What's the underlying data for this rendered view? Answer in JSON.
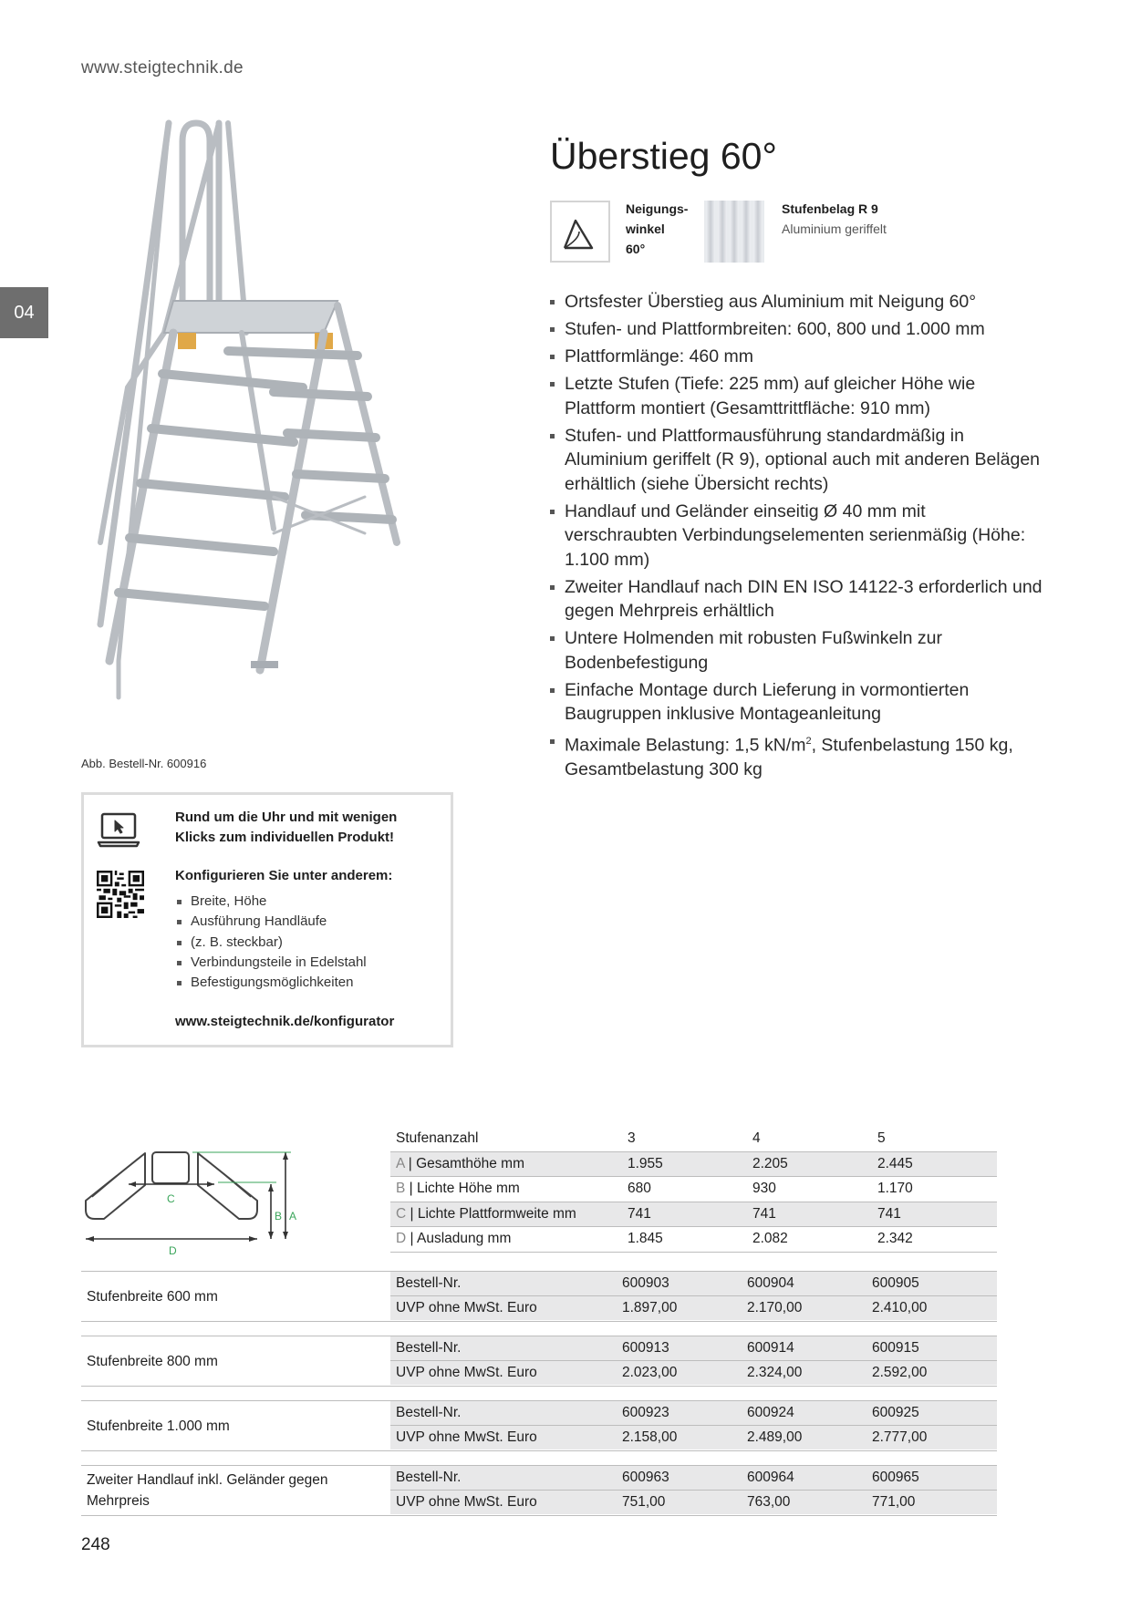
{
  "header": {
    "site_url": "www.steigtechnik.de",
    "chapter": "04"
  },
  "image": {
    "caption": "Abb. Bestell-Nr. 600916"
  },
  "product": {
    "title": "Überstieg 60°",
    "feature1": {
      "line1": "Neigungs-",
      "line2": "winkel",
      "line3": "60°"
    },
    "feature2": {
      "title": "Stufenbelag R 9",
      "subtitle": "Aluminium geriffelt"
    },
    "bullets": [
      "Ortsfester Überstieg aus Aluminium mit Neigung 60°",
      "Stufen- und Plattformbreiten: 600, 800 und 1.000 mm",
      "Plattformlänge: 460 mm",
      "Letzte Stufen (Tiefe: 225 mm) auf gleicher Höhe wie Plattform montiert (Gesamttrittfläche: 910 mm)",
      "Stufen- und Plattformausführung standardmäßig in Aluminium geriffelt (R 9), optional auch mit anderen Belägen erhältlich (siehe Übersicht rechts)",
      "Handlauf und Geländer einseitig Ø 40 mm mit verschraubten Verbindungselementen serienmäßig (Höhe: 1.100 mm)",
      "Zweiter Handlauf nach DIN EN ISO 14122-3 erforderlich und gegen Mehrpreis erhältlich",
      "Untere Holmenden mit robusten Fußwinkeln zur Bodenbefestigung",
      "Einfache Montage durch Lieferung in vormontierten Baugruppen inklusive Montageanleitung"
    ],
    "last_bullet": {
      "before": "Maximale Belastung: 1,5 kN/m",
      "sup": "2",
      "after": ", Stufenbelastung 150 kg, Gesamtbelastung 300 kg"
    }
  },
  "configurator": {
    "headline": "Rund um die Uhr und mit wenigen Klicks zum individuellen Produkt!",
    "subheadline": "Konfigurieren Sie unter anderem:",
    "items": [
      "Breite, Höhe",
      "Ausführung Handläufe",
      "(z. B. steckbar)",
      "Verbindungsteile in Edelstahl",
      "Befestigungsmöglichkeiten"
    ],
    "url": "www.steigtechnik.de/konfigurator"
  },
  "diagram": {
    "labels": {
      "a": "A",
      "b": "B",
      "c": "C",
      "d": "D"
    }
  },
  "spec_table": {
    "header": {
      "label": "Stufenanzahl",
      "values": [
        "3",
        "4",
        "5"
      ]
    },
    "rows": [
      {
        "letter": "A",
        "label": " | Gesamthöhe mm",
        "values": [
          "1.955",
          "2.205",
          "2.445"
        ]
      },
      {
        "letter": "B",
        "label": " | Lichte Höhe mm",
        "values": [
          "680",
          "930",
          "1.170"
        ]
      },
      {
        "letter": "C",
        "label": " | Lichte Plattformweite mm",
        "values": [
          "741",
          "741",
          "741"
        ]
      },
      {
        "letter": "D",
        "label": " | Ausladung mm",
        "values": [
          "1.845",
          "2.082",
          "2.342"
        ]
      }
    ]
  },
  "price_groups": [
    {
      "label": "Stufenbreite 600 mm",
      "order_label": "Bestell-Nr.",
      "order": [
        "600903",
        "600904",
        "600905"
      ],
      "price_label": "UVP ohne MwSt. Euro",
      "prices": [
        "1.897,00",
        "2.170,00",
        "2.410,00"
      ]
    },
    {
      "label": "Stufenbreite 800 mm",
      "order_label": "Bestell-Nr.",
      "order": [
        "600913",
        "600914",
        "600915"
      ],
      "price_label": "UVP ohne MwSt. Euro",
      "prices": [
        "2.023,00",
        "2.324,00",
        "2.592,00"
      ]
    },
    {
      "label": "Stufenbreite 1.000 mm",
      "order_label": "Bestell-Nr.",
      "order": [
        "600923",
        "600924",
        "600925"
      ],
      "price_label": "UVP ohne MwSt. Euro",
      "prices": [
        "2.158,00",
        "2.489,00",
        "2.777,00"
      ]
    },
    {
      "label": "Zweiter Handlauf inkl. Geländer gegen Mehrpreis",
      "order_label": "Bestell-Nr.",
      "order": [
        "600963",
        "600964",
        "600965"
      ],
      "price_label": "UVP ohne MwSt. Euro",
      "prices": [
        "751,00",
        "763,00",
        "771,00"
      ]
    }
  ],
  "footer": {
    "page_number": "248"
  }
}
